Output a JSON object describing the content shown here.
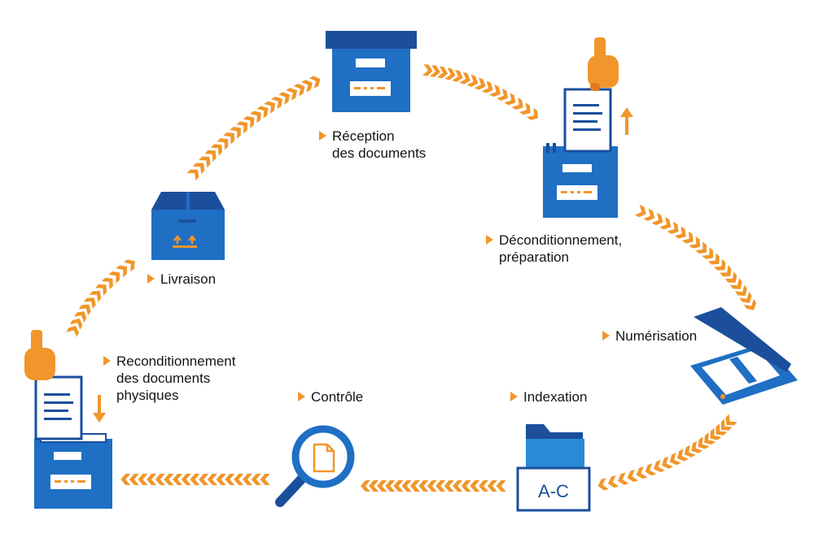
{
  "colors": {
    "blue_dark": "#1b4f9c",
    "blue_mid": "#1f6fc4",
    "blue_light": "#2a8ad6",
    "orange": "#f0962a",
    "orange_dark": "#e07c1d"
  },
  "steps": [
    {
      "id": "reception",
      "icon": "archive-box-icon",
      "lines": [
        "Réception",
        "des documents"
      ]
    },
    {
      "id": "deconditionnement",
      "icon": "box-with-document-out-icon",
      "lines": [
        "Déconditionnement,",
        "préparation"
      ]
    },
    {
      "id": "numerisation",
      "icon": "scanner-icon",
      "lines": [
        "Numérisation"
      ]
    },
    {
      "id": "indexation",
      "icon": "folder-index-icon",
      "lines": [
        "Indexation"
      ],
      "tag": "A-C"
    },
    {
      "id": "controle",
      "icon": "magnifier-document-icon",
      "lines": [
        "Contrôle"
      ]
    },
    {
      "id": "reconditionnement",
      "icon": "box-with-document-in-icon",
      "lines": [
        "Reconditionnement",
        "des documents",
        "physiques"
      ]
    },
    {
      "id": "livraison",
      "icon": "cardboard-box-icon",
      "lines": [
        "Livraison"
      ]
    }
  ]
}
